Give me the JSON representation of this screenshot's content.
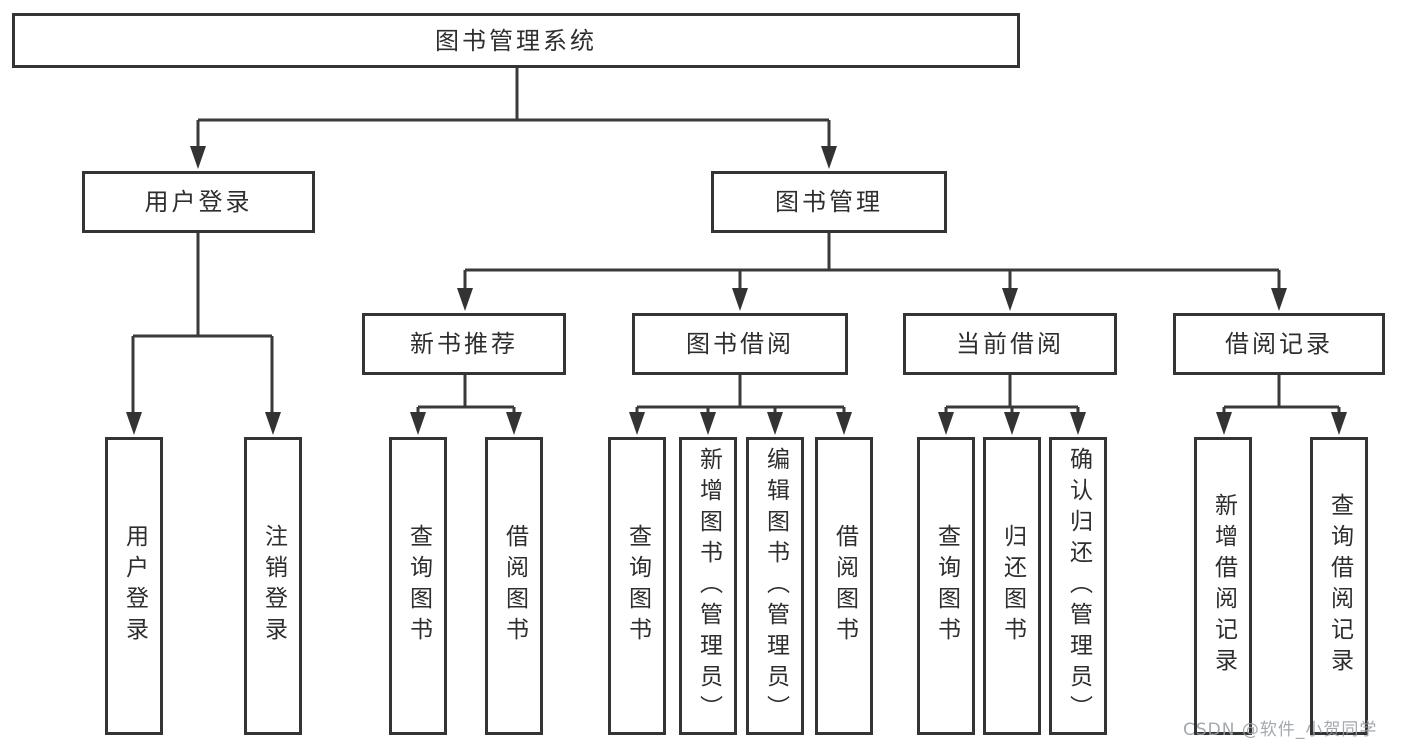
{
  "diagram": {
    "root": {
      "label": "图书管理系统"
    },
    "level2": [
      {
        "label": "用户登录"
      },
      {
        "label": "图书管理"
      }
    ],
    "level3": [
      {
        "label": "新书推荐"
      },
      {
        "label": "图书借阅"
      },
      {
        "label": "当前借阅"
      },
      {
        "label": "借阅记录"
      }
    ],
    "leaves": {
      "user_login": [
        "用户登录",
        "注销登录"
      ],
      "new_books": [
        "查询图书",
        "借阅图书"
      ],
      "book_borrowing": [
        "查询图书",
        "新增图书（管理员）",
        "编辑图书（管理员）",
        "借阅图书"
      ],
      "current_borrowing": [
        "查询图书",
        "归还图书",
        "确认归还（管理员）"
      ],
      "borrowing_records": [
        "新增借阅记录",
        "查询借阅记录"
      ]
    }
  },
  "watermark": {
    "text": "CSDN @软件_小贺同学",
    "color": "#9aa0a5"
  },
  "colors": {
    "background": "#ffffff",
    "line": "#3a3a3a",
    "border": "#343434",
    "text": "#2e2e2e"
  }
}
